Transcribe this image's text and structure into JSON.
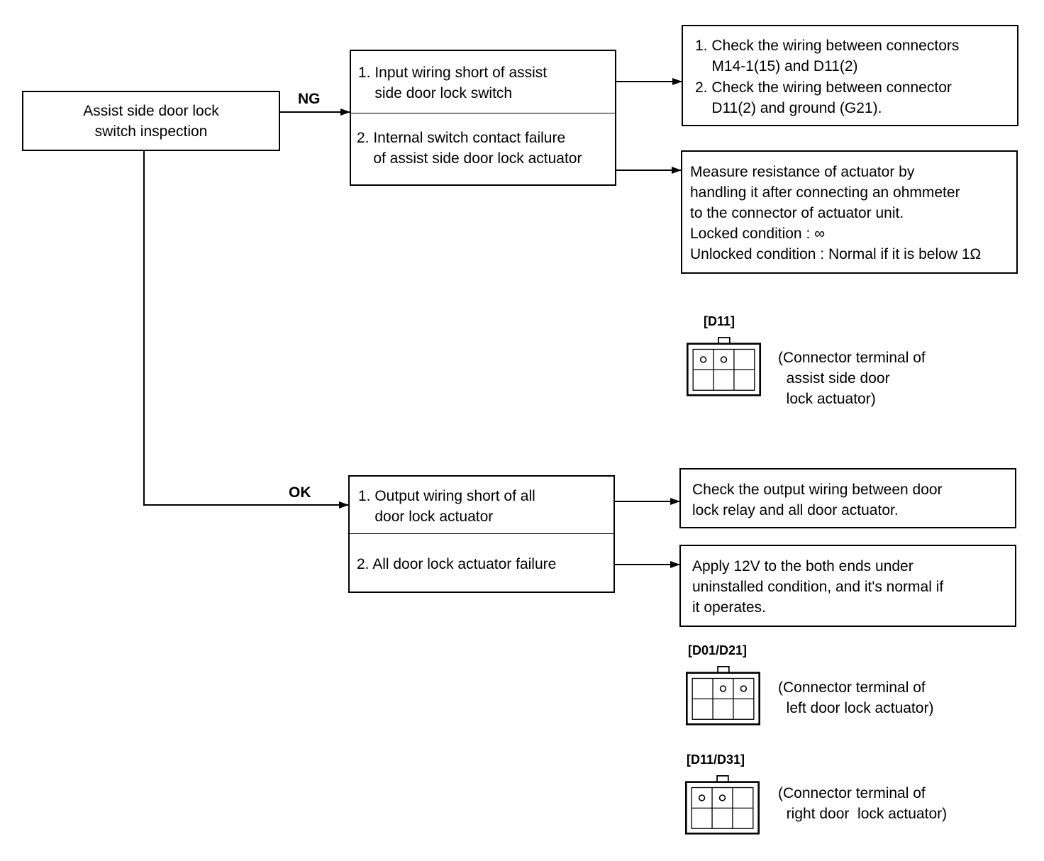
{
  "start_box": {
    "line1": "Assist side door lock",
    "line2": "switch inspection"
  },
  "branches": {
    "ng_label": "NG",
    "ok_label": "OK"
  },
  "ng_causes": {
    "cause1_line1": "1. Input wiring short of assist",
    "cause1_line2": "    side door lock switch",
    "cause2_line1": "2. Internal switch contact failure",
    "cause2_line2": "    of assist side door lock actuator"
  },
  "ng_actions": {
    "action1_line1": "1. Check the wiring between connectors",
    "action1_line2": "    M14-1(15) and D11(2)",
    "action1_line3": "2. Check the wiring between connector",
    "action1_line4": "    D11(2) and ground (G21).",
    "action2_line1": "Measure resistance of actuator by",
    "action2_line2": "handling it after connecting an ohmmeter",
    "action2_line3": "to the connector of actuator unit.",
    "action2_line4": "Locked condition : ∞",
    "action2_line5": "Unlocked condition : Normal if it is below 1Ω"
  },
  "ok_causes": {
    "cause1_line1": "1. Output wiring short of all",
    "cause1_line2": "    door lock actuator",
    "cause2_line1": "2. All door lock actuator failure"
  },
  "ok_actions": {
    "action1_line1": "Check the output wiring between door",
    "action1_line2": "lock relay and all door actuator.",
    "action2_line1": "Apply 12V to the both ends under",
    "action2_line2": "uninstalled condition, and it's normal if",
    "action2_line3": "it operates."
  },
  "connectors": [
    {
      "label": "[D11]",
      "desc_line1": "(Connector terminal of",
      "desc_line2": "  assist side door",
      "desc_line3": "  lock actuator)",
      "pins": [
        1,
        2
      ]
    },
    {
      "label": "[D01/D21]",
      "desc_line1": "(Connector terminal of",
      "desc_line2": "  left door lock actuator)",
      "desc_line3": "",
      "pins": [
        2,
        3
      ]
    },
    {
      "label": "[D11/D31]",
      "desc_line1": "(Connector terminal of",
      "desc_line2": "  right door  lock actuator)",
      "desc_line3": "",
      "pins": [
        1,
        2
      ]
    }
  ],
  "colors": {
    "line": "#000000",
    "background": "#ffffff"
  }
}
